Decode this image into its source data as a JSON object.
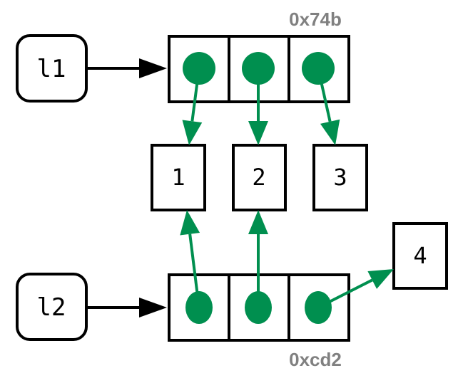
{
  "colors": {
    "pointer": "#008f4f",
    "address": "#808080",
    "stroke": "#000000"
  },
  "variables": [
    {
      "id": "l1",
      "name": "l1",
      "points_to": "list_0x74b"
    },
    {
      "id": "l2",
      "name": "l2",
      "points_to": "list_0xcd2"
    }
  ],
  "lists": [
    {
      "id": "list_0x74b",
      "address": "0x74b",
      "slots": 3,
      "slot_targets": [
        "v1",
        "v2",
        "v3"
      ]
    },
    {
      "id": "list_0xcd2",
      "address": "0xcd2",
      "slots": 3,
      "slot_targets": [
        "v1",
        "v2",
        "v4"
      ]
    }
  ],
  "values": [
    {
      "id": "v1",
      "label": "1"
    },
    {
      "id": "v2",
      "label": "2"
    },
    {
      "id": "v3",
      "label": "3"
    },
    {
      "id": "v4",
      "label": "4"
    }
  ]
}
